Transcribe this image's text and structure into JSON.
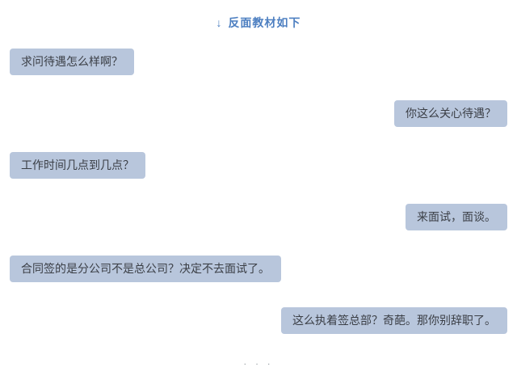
{
  "header": {
    "arrow": "↓",
    "title": "反面教材如下"
  },
  "messages": [
    {
      "side": "left",
      "text": "求问待遇怎么样啊？"
    },
    {
      "side": "right",
      "text": "你这么关心待遇？"
    },
    {
      "side": "left",
      "text": "工作时间几点到几点？"
    },
    {
      "side": "right",
      "text": "来面试，面谈。"
    },
    {
      "side": "left",
      "text": "合同签的是分公司不是总公司？决定不去面试了。"
    },
    {
      "side": "right",
      "text": "这么执着签总部？奇葩。那你别辞职了。"
    }
  ],
  "footer": {
    "ellipsis": ". . ."
  },
  "colors": {
    "accent": "#4d7fc1",
    "bubble": "#b8c6dc",
    "bubble_text": "#3b3f46",
    "background": "#ffffff"
  }
}
